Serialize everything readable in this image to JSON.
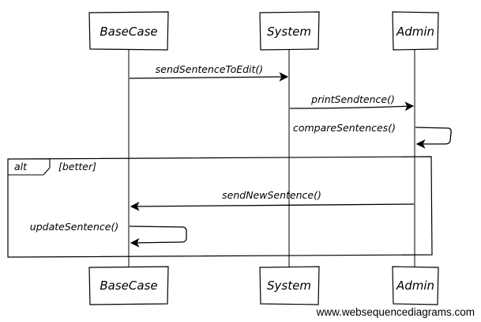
{
  "participants": [
    {
      "id": "basecase",
      "label": "BaseCase"
    },
    {
      "id": "system",
      "label": "System"
    },
    {
      "id": "admin",
      "label": "Admin"
    }
  ],
  "messages": [
    {
      "from": "basecase",
      "to": "system",
      "label": "sendSentenceToEdit()"
    },
    {
      "from": "system",
      "to": "admin",
      "label": "printSendtence()"
    },
    {
      "from": "admin",
      "to": "admin",
      "label": "compareSentences()"
    },
    {
      "from": "admin",
      "to": "basecase",
      "label": "sendNewSentence()"
    },
    {
      "from": "basecase",
      "to": "basecase",
      "label": "updateSentence()"
    }
  ],
  "fragment": {
    "operator": "alt",
    "guard": "[better]"
  },
  "watermark": "www.websequencediagrams.com",
  "colors": {
    "line": "#000000",
    "box_fill": "#ffffff",
    "background": "#ffffff"
  }
}
